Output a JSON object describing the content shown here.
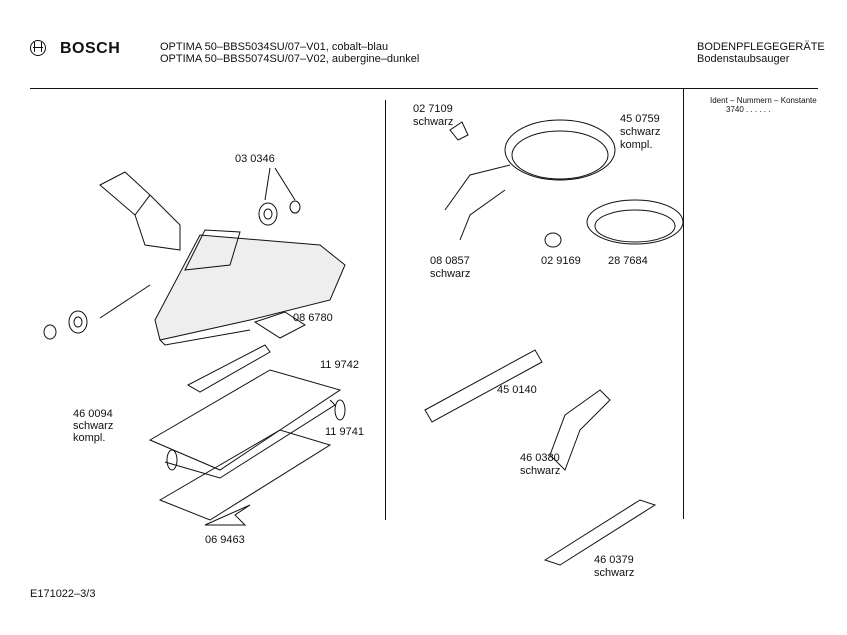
{
  "header": {
    "brand": "BOSCH",
    "model_lines": [
      "OPTIMA 50–BBS5034SU/07–V01, cobalt–blau",
      "OPTIMA 50–BBS5074SU/07–V02, aubergine–dunkel"
    ],
    "category": "BODENPFLEGEGERÄTE",
    "subcategory": "Bodenstaubsauger"
  },
  "ident": {
    "label": "Ident – Nummern – Konstante",
    "value": "3740  . .   . . . ."
  },
  "parts": [
    {
      "number": "03 0346"
    },
    {
      "number": "08 6780"
    },
    {
      "number": "11 9742"
    },
    {
      "number": "46 0094",
      "color": "schwarz",
      "note": "kompl."
    },
    {
      "number": "11 9741"
    },
    {
      "number": "06 9463"
    },
    {
      "number": "02 7109",
      "color": "schwarz"
    },
    {
      "number": "45 0759",
      "color": "schwarz",
      "note": "kompl."
    },
    {
      "number": "08 0857",
      "color": "schwarz"
    },
    {
      "number": "02 9169"
    },
    {
      "number": "28 7684"
    },
    {
      "number": "45 0140"
    },
    {
      "number": "46 0380",
      "color": "schwarz"
    },
    {
      "number": "46 0379",
      "color": "schwarz"
    }
  ],
  "footer": {
    "doc_id": "E171022–3/3"
  }
}
